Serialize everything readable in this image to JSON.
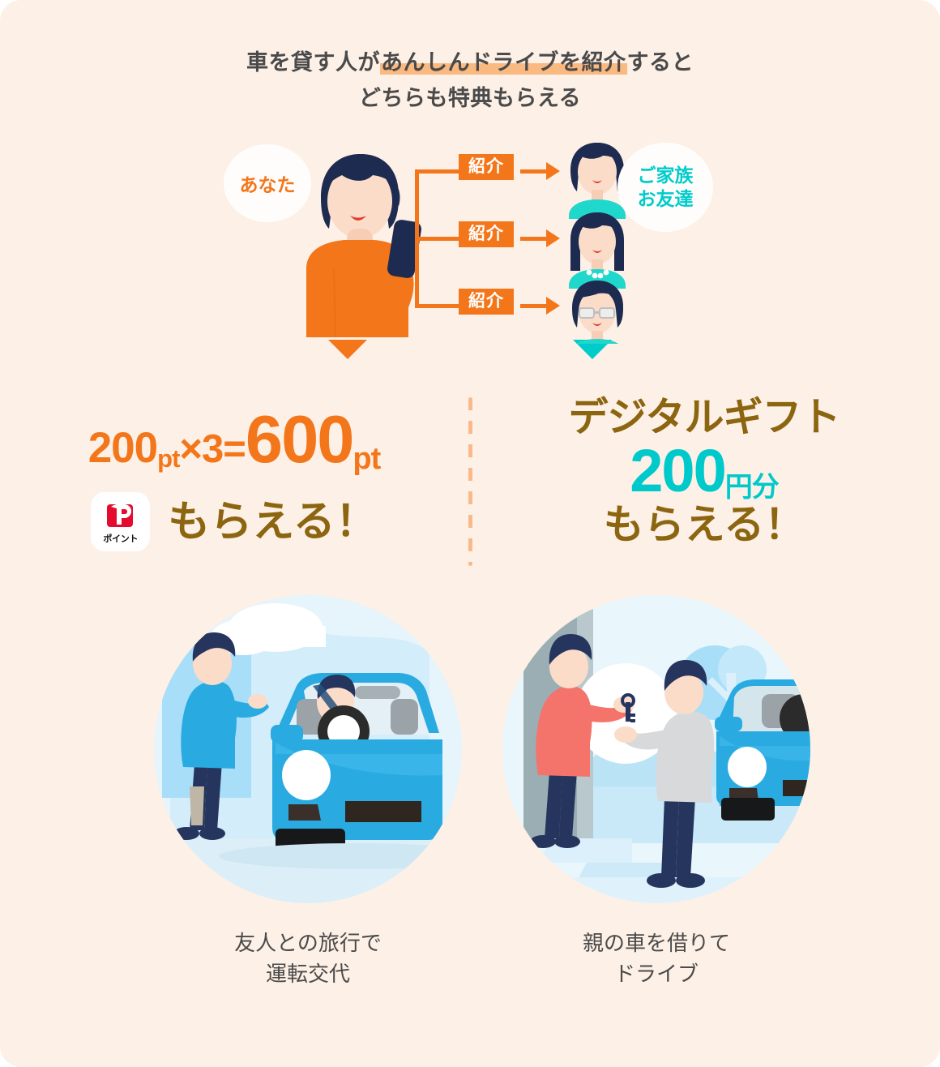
{
  "theme": {
    "bg": "#FDF0E6",
    "orange": "#F4761B",
    "teal": "#00CCCC",
    "brown": "#8C6510",
    "highlight": "#FAB980",
    "text_gray": "#4A4A4A",
    "paypay_red": "#E50B2E",
    "car_blue": "#29ABE2"
  },
  "headline": {
    "line1_pre": "車を貸す人が",
    "line1_mark": "あんしんドライブを紹介",
    "line1_post": "すると",
    "line2": "どちらも特典もらえる"
  },
  "diagram": {
    "you_label": "あなた",
    "recipients_label_line1": "ご家族",
    "recipients_label_line2": "お友達",
    "arrows": [
      {
        "label": "紹介"
      },
      {
        "label": "紹介"
      },
      {
        "label": "紹介"
      }
    ],
    "avatars": [
      {
        "name": "short-hair-woman"
      },
      {
        "name": "long-hair-woman"
      },
      {
        "name": "person-with-glasses"
      }
    ],
    "you_marker": "triangle-down-orange",
    "recipients_marker": "triangle-down-teal"
  },
  "offers": {
    "left": {
      "unit_amount": "200",
      "unit_suffix": "pt",
      "multiply": "×",
      "multiplier": "3",
      "equals": "=",
      "total_amount": "600",
      "total_suffix": "pt",
      "logo_text": "ポイント",
      "logo_mark": "paypay-point-logo",
      "get_label": "もらえる！"
    },
    "right": {
      "title": "デジタルギフト",
      "amount": "200",
      "unit": "円分",
      "get_label": "もらえる！"
    }
  },
  "scenes": [
    {
      "icon": "friends-road-trip-driver-swap-illustration",
      "caption_line1": "友人との旅行で",
      "caption_line2": "運転交代"
    },
    {
      "icon": "borrow-parents-car-keys-handover-illustration",
      "caption_line1": "親の車を借りて",
      "caption_line2": "ドライブ"
    }
  ]
}
